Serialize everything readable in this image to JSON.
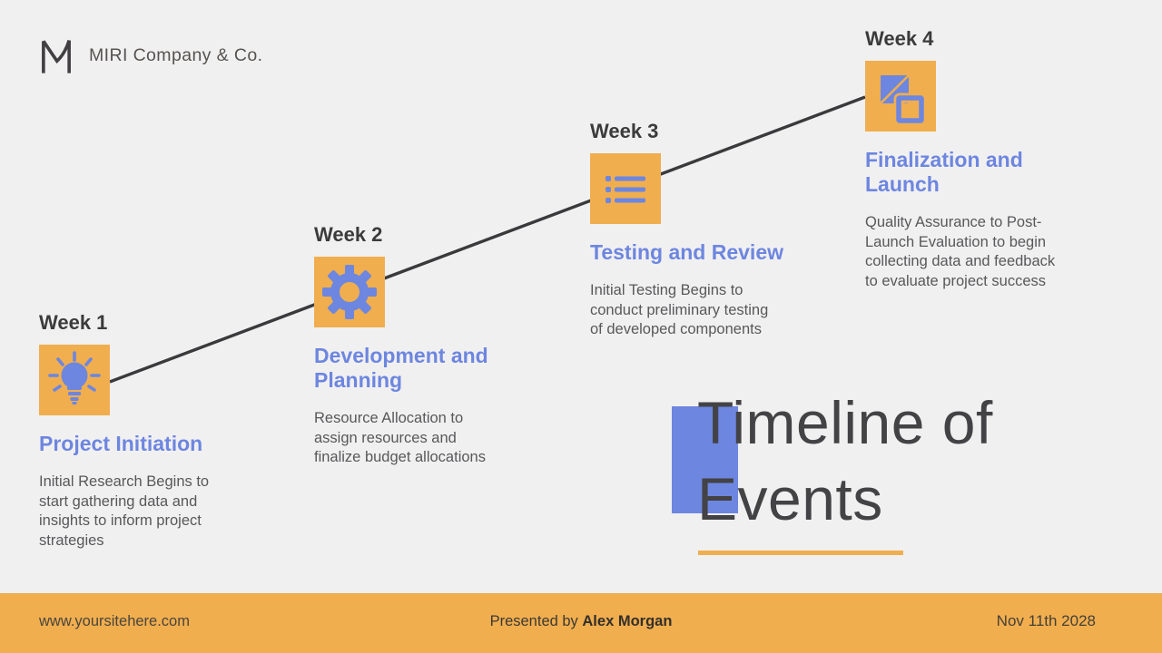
{
  "brand": {
    "name": "MIRI Company & Co."
  },
  "milestones": [
    {
      "week": "Week 1",
      "title": "Project Initiation",
      "description": "Initial Research Begins to start gathering data and insights to inform project strategies",
      "icon": "lightbulb-icon"
    },
    {
      "week": "Week 2",
      "title": "Development and Planning",
      "description": "Resource Allocation to assign resources and finalize budget allocations",
      "icon": "gear-icon"
    },
    {
      "week": "Week 3",
      "title": "Testing and Review",
      "description": "Initial Testing Begins to conduct preliminary testing of developed components",
      "icon": "checklist-icon"
    },
    {
      "week": "Week 4",
      "title": "Finalization and Launch",
      "description": "Quality Assurance to Post-Launch Evaluation to begin collecting data and feedback to evaluate project success",
      "icon": "overlapping-squares-icon"
    }
  ],
  "main_title": {
    "text": "Timeline of Events"
  },
  "footer": {
    "website": "www.yoursitehere.com",
    "presented_prefix": "Presented by ",
    "presenter": "Alex Morgan",
    "date": "Nov 11th 2028"
  },
  "colors": {
    "accent_orange": "#f0ae4f",
    "accent_blue": "#6d86df",
    "text_dark": "#3b3b3b",
    "text_body": "#58585a",
    "background": "#f1f0f1"
  }
}
